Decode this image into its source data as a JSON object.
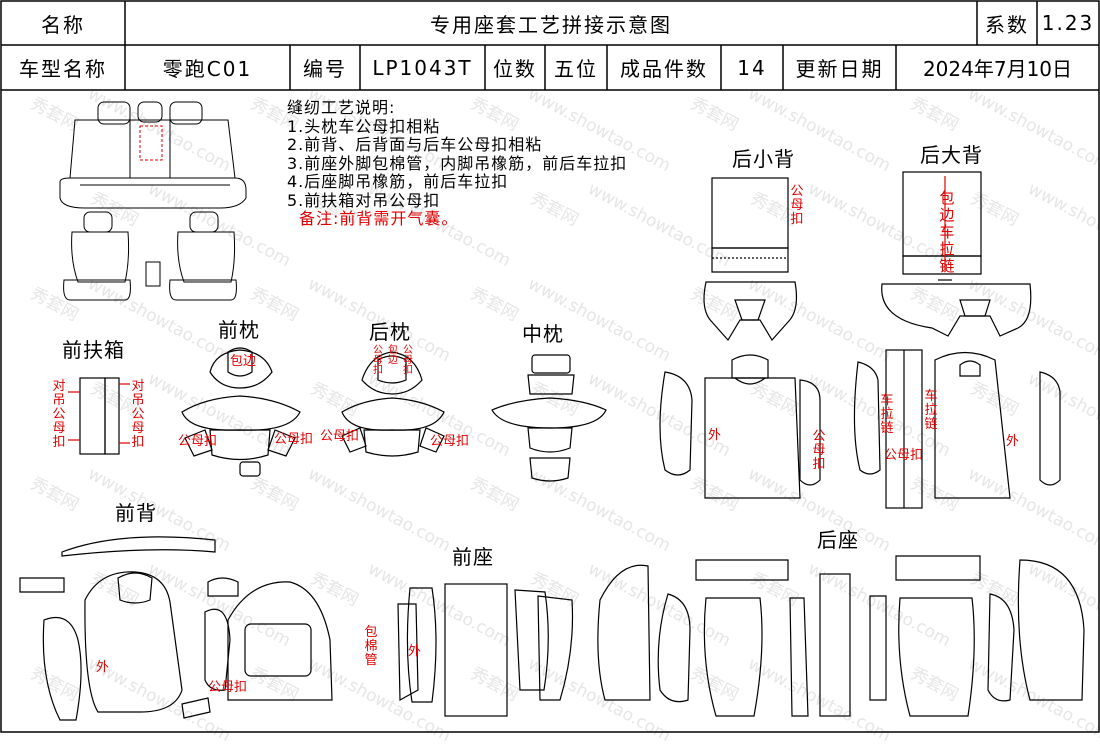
{
  "header": {
    "name_label": "名称",
    "doc_title": "专用座套工艺拼接示意图",
    "coef_label": "系数",
    "coef_value": "1.23",
    "car_model_label": "车型名称",
    "car_model_value": "零跑C01",
    "code_label": "编号",
    "code_value": "LP1043T",
    "seats_label": "位数",
    "seats_value": "五位",
    "pieces_label": "成品件数",
    "pieces_value": "14",
    "update_label": "更新日期",
    "update_value": "2024年7月10日"
  },
  "notes": {
    "heading": "缝纫工艺说明:",
    "items": [
      "1.头枕车公母扣相粘",
      "2.前背、后背面与后车公母扣相粘",
      "3.前座外脚包棉管，内脚吊橡筋，前后车拉扣",
      "4.后座脚吊橡筋，前后车拉扣",
      "5.前扶箱对吊公母扣"
    ],
    "remark": "备注:前背需开气囊。"
  },
  "sections": {
    "front_armrest": "前扶箱",
    "front_headrest": "前枕",
    "rear_headrest": "后枕",
    "middle_headrest": "中枕",
    "rear_small_back": "后小背",
    "rear_big_back": "后大背",
    "front_back": "前背",
    "front_seat": "前座",
    "rear_seat": "后座"
  },
  "annotations": {
    "hang_snap": "对吊公母扣",
    "snap": "公母扣",
    "edge": "包边",
    "edge_zipper": "包边车拉链",
    "zipper": "车拉链",
    "outer": "外",
    "cotton_tube": "包棉管"
  },
  "watermark": {
    "cn": "秀套网",
    "url": "www.showtao.com"
  },
  "colors": {
    "line": "#000000",
    "accent_red": "#e00000",
    "watermark": "#e6e6e6"
  }
}
